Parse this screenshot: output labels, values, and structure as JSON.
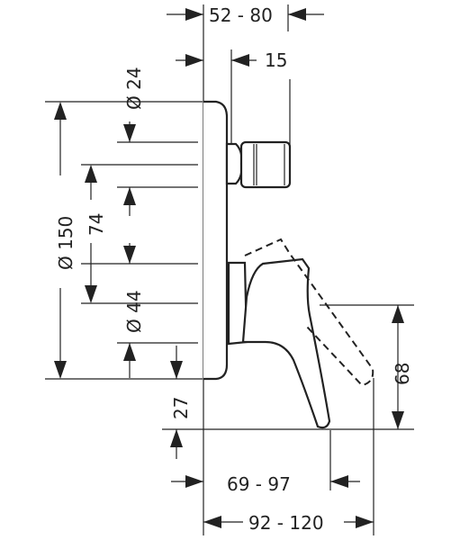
{
  "dimensions": {
    "depth_range": "52 - 80",
    "offset_15": "15",
    "diameter_24": "Ø 24",
    "diameter_150": "Ø 150",
    "length_74": "74",
    "diameter_44": "Ø 44",
    "height_27": "27",
    "height_68": "68",
    "reach_69_97": "69 - 97",
    "reach_92_120": "92 - 120"
  },
  "colors": {
    "line": "#222222",
    "background": "#ffffff"
  }
}
